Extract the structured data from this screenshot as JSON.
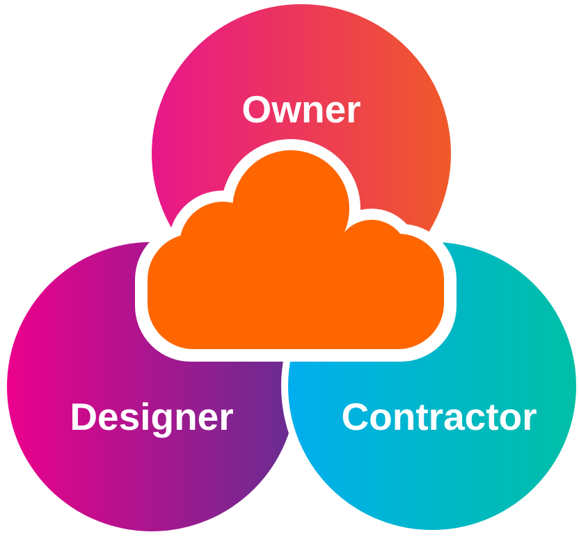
{
  "diagram": {
    "circles": [
      {
        "id": "owner",
        "label": "Owner",
        "gradient": [
          "#e8168c",
          "#f05a28"
        ]
      },
      {
        "id": "designer",
        "label": "Designer",
        "gradient": [
          "#ec008c",
          "#662d91"
        ]
      },
      {
        "id": "contractor",
        "label": "Contractor",
        "gradient": [
          "#00aeef",
          "#00bfa5"
        ]
      }
    ],
    "center": {
      "icon": "cloud-icon",
      "color": "#ff6600",
      "outline": "#ffffff"
    },
    "background": "#ffffff"
  }
}
